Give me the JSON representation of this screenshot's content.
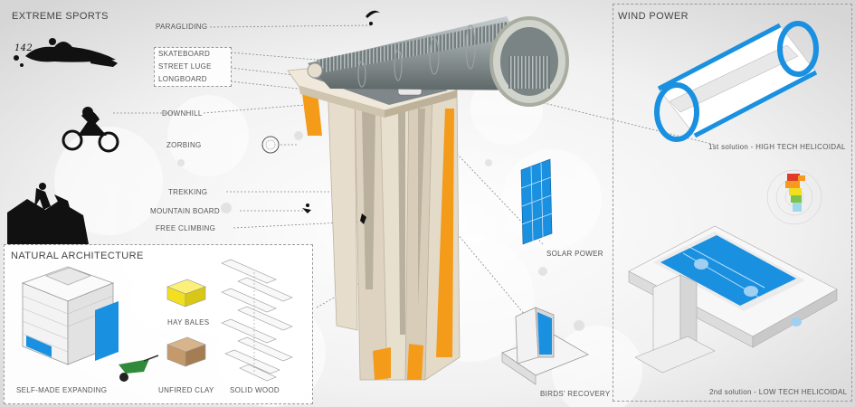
{
  "sections": {
    "extreme_sports": "EXTREME SPORTS",
    "wind_power": "WIND POWER",
    "natural_architecture": "NATURAL ARCHITECTURE"
  },
  "sports": {
    "paragliding": "PARAGLIDING",
    "stack": [
      "SKATEBOARD",
      "STREET LUGE",
      "LONGBOARD"
    ],
    "downhill": "DOWNHILL",
    "zorbing": "ZORBING",
    "trekking": "TREKKING",
    "mountain_board": "MOUNTAIN BOARD",
    "free_climbing": "FREE CLIMBING",
    "bib_number": "142"
  },
  "features": {
    "solar_power": "SOLAR POWER",
    "birds_recovery": "BIRDS' RECOVERY"
  },
  "wind": {
    "solution1": "1st solution - HIGH TECH HELICOIDAL",
    "solution2": "2nd solution - LOW TECH HELICOIDAL"
  },
  "architecture": {
    "expanding": "SELF-MADE EXPANDING",
    "hay": "HAY BALES",
    "clay": "UNFIRED CLAY",
    "wood": "SOLID WOOD"
  },
  "colors": {
    "blue": "#1a90e0",
    "orange": "#f49b1a",
    "concrete": "#e6ddcc",
    "hay": "#f2e020",
    "clay": "#c49a6c"
  }
}
